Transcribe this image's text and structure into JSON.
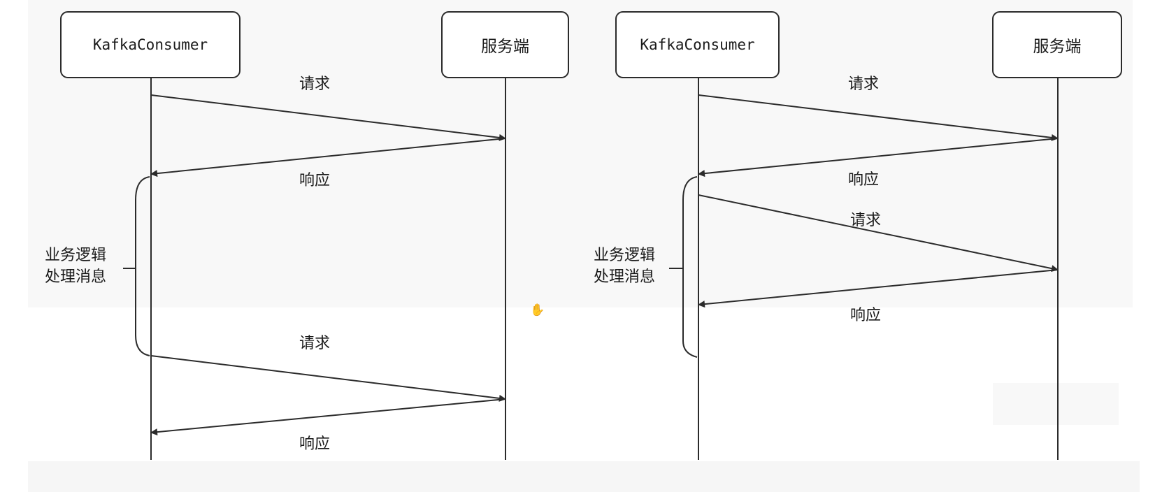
{
  "left_panel": {
    "client_label": "KafkaConsumer",
    "server_label": "服务端",
    "messages": [
      {
        "label": "请求",
        "direction": "client-to-server"
      },
      {
        "label": "响应",
        "direction": "server-to-client"
      },
      {
        "label": "请求",
        "direction": "client-to-server"
      },
      {
        "label": "响应",
        "direction": "server-to-client"
      }
    ],
    "note": {
      "line1": "业务逻辑",
      "line2": "处理消息"
    }
  },
  "right_panel": {
    "client_label": "KafkaConsumer",
    "server_label": "服务端",
    "messages": [
      {
        "label": "请求",
        "direction": "client-to-server"
      },
      {
        "label": "响应",
        "direction": "server-to-client"
      },
      {
        "label": "请求",
        "direction": "client-to-server"
      },
      {
        "label": "响应",
        "direction": "server-to-client"
      }
    ],
    "note": {
      "line1": "业务逻辑",
      "line2": "处理消息"
    }
  },
  "colors": {
    "line": "#2b2b2b",
    "background": "#ffffff"
  },
  "icons": {
    "cursor": "hand-cursor-icon"
  }
}
